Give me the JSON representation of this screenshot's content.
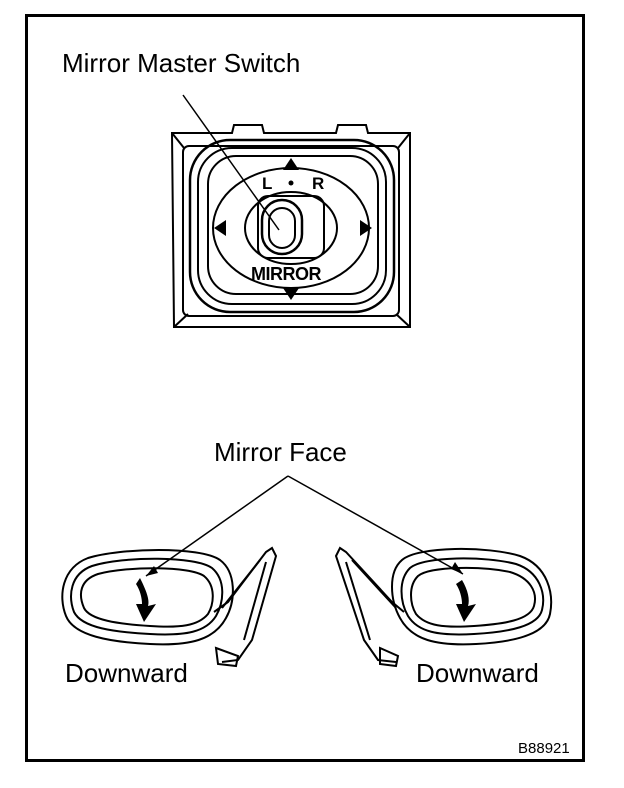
{
  "labels": {
    "switch_title": "Mirror Master Switch",
    "mirror_face": "Mirror Face",
    "downward_left": "Downward",
    "downward_right": "Downward",
    "figure_code": "B88921"
  },
  "switch": {
    "left_letter": "L",
    "right_letter": "R",
    "name": "MIRROR"
  }
}
